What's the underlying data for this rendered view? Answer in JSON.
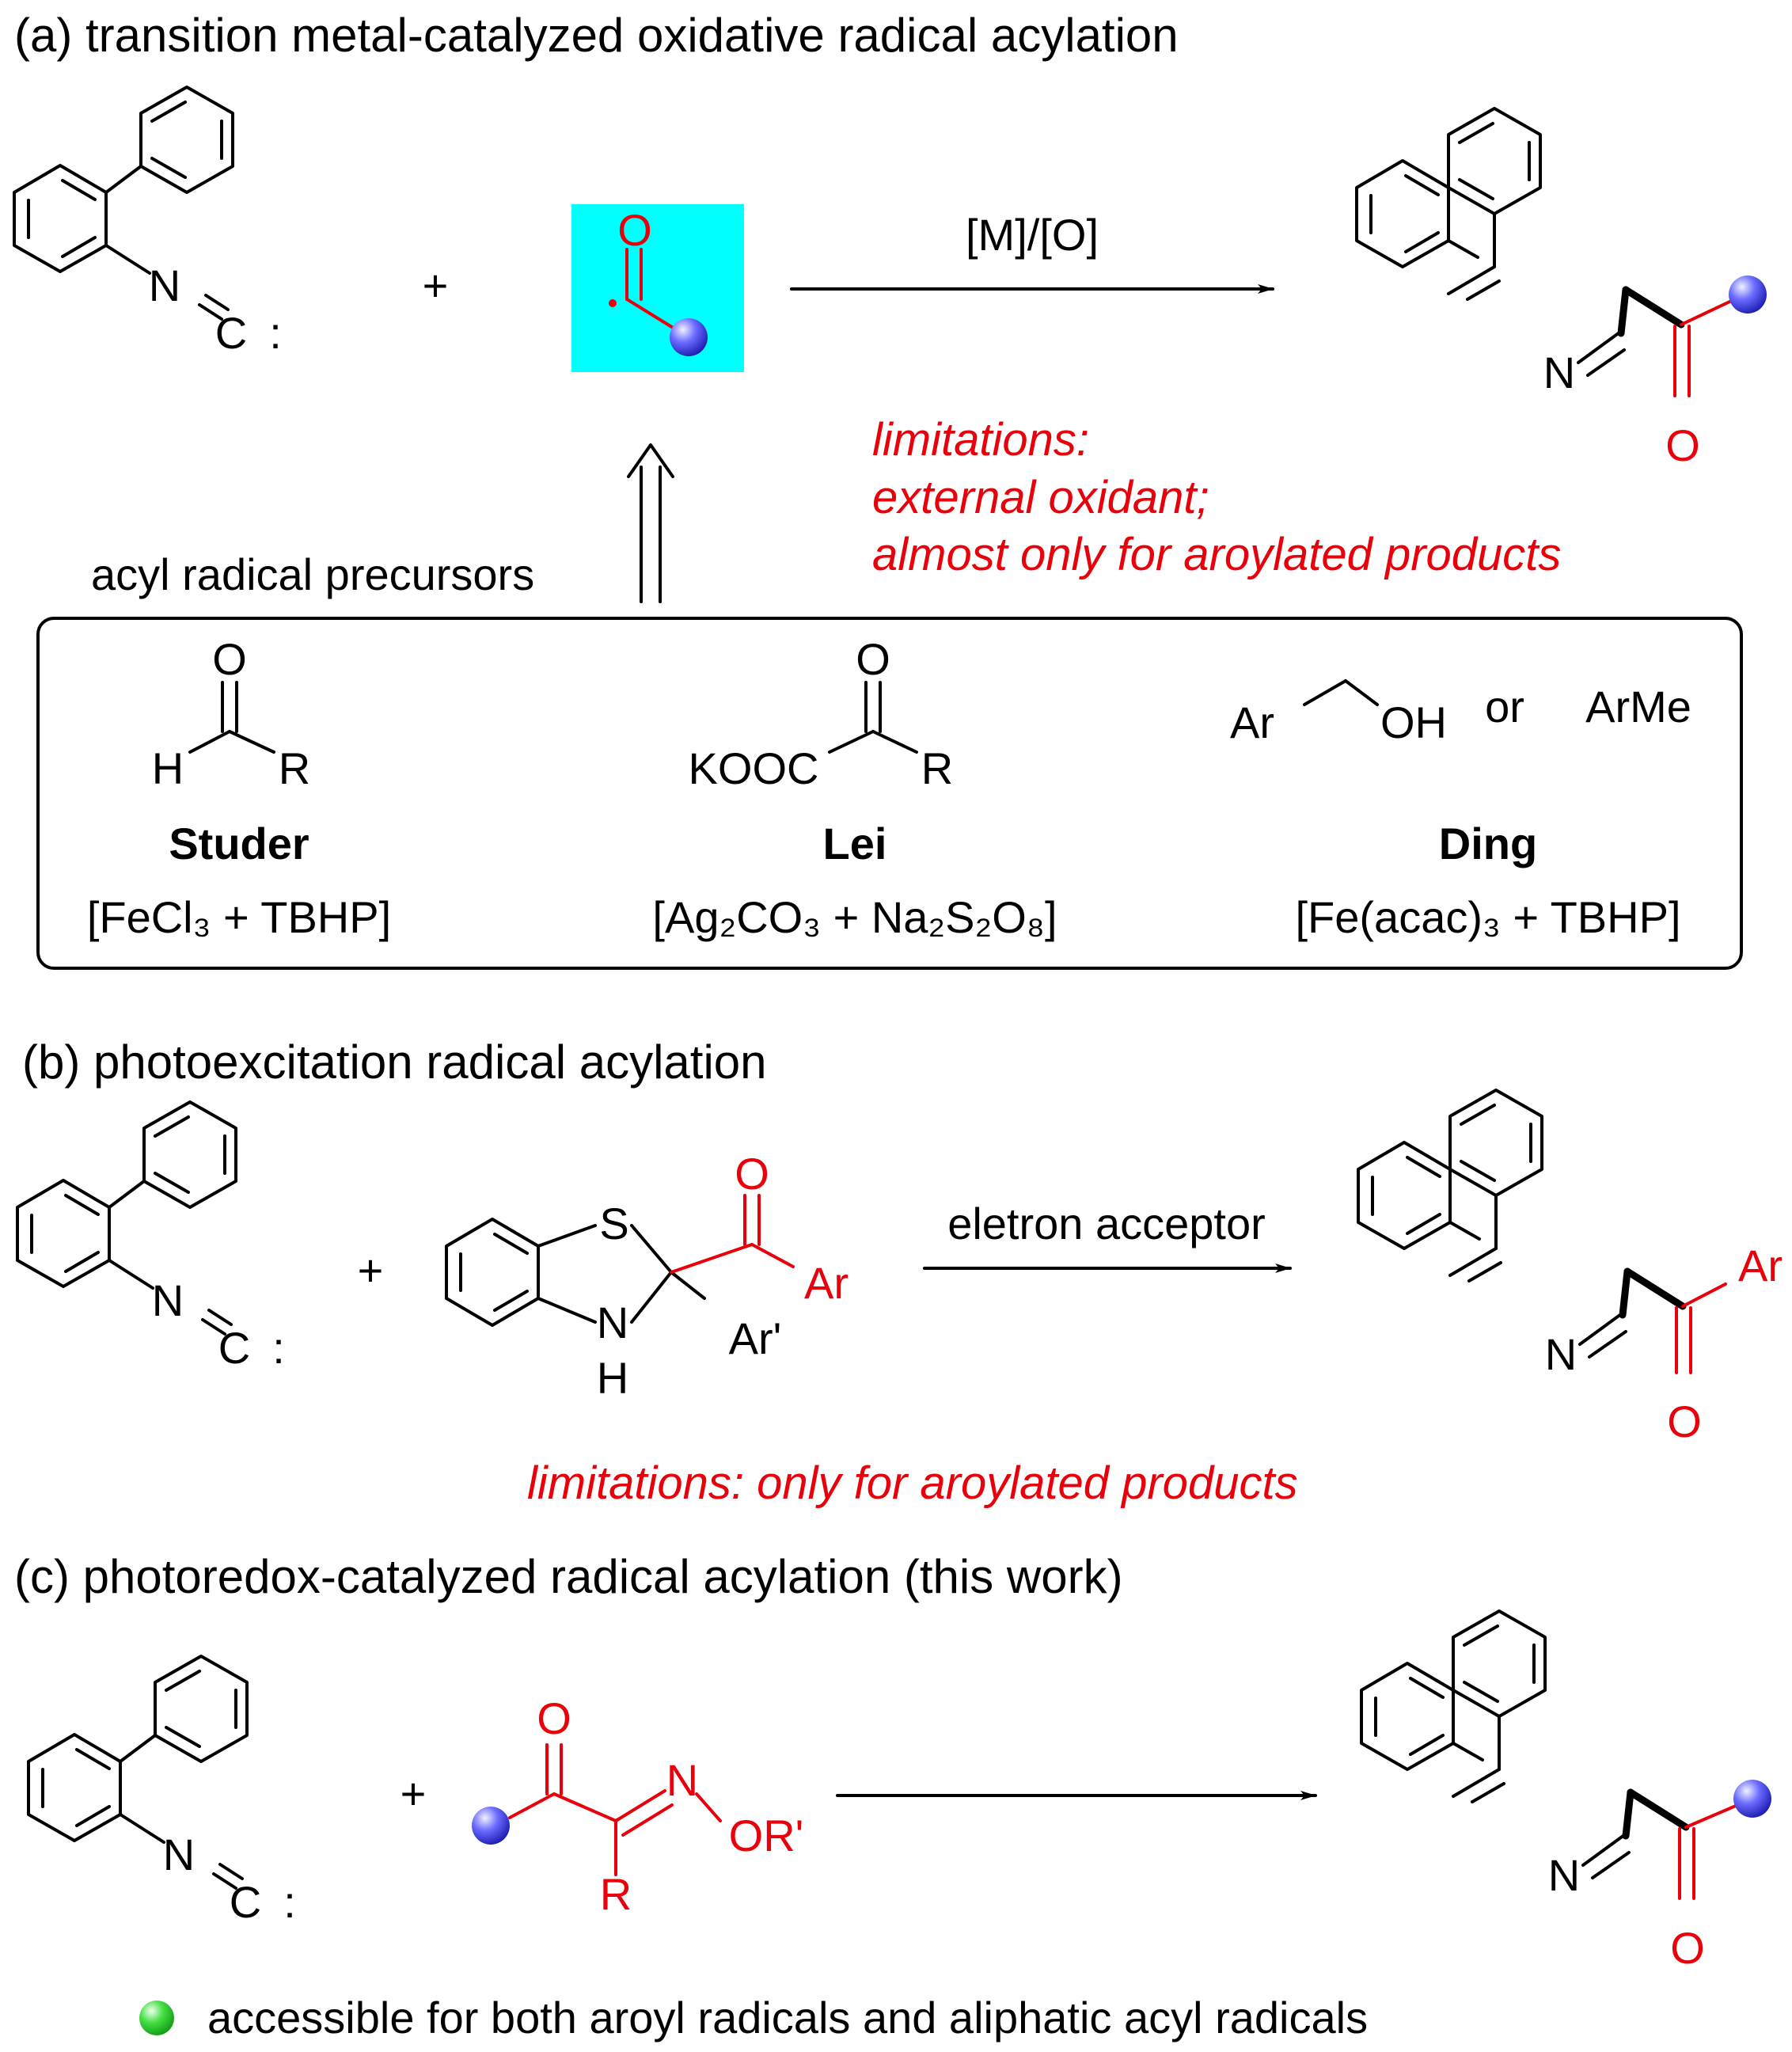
{
  "colors": {
    "highlight": "#00ffff",
    "red_text": "#e8000b",
    "blue_ball": "#3a3aff",
    "green_ball": "#33dd33"
  },
  "icons": [
    "blue-sphere-R-group-icon",
    "green-bullet-icon",
    "reaction-arrow-icon",
    "retrosynthetic-arrow-icon"
  ],
  "section_a": {
    "title": "(a) transition metal-catalyzed oxidative radical acylation",
    "plus": "+",
    "reagent": "[M]/[O]",
    "limitations_1": "limitations:",
    "limitations_2": "external oxidant;",
    "limitations_3": "almost only for aroylated products",
    "precursors_label": "acyl radical precursors",
    "precursors": [
      {
        "name": "Studer",
        "conditions": "[FeCl₃ + TBHP]"
      },
      {
        "name": "Lei",
        "conditions": "[Ag₂CO₃ + Na₂S₂O₈]"
      },
      {
        "name": "Ding",
        "conditions": "[Fe(acac)₃ + TBHP]"
      }
    ],
    "ding_or": "or",
    "ding_alt": "ArMe"
  },
  "section_b": {
    "title": "(b) photoexcitation radical acylation",
    "plus": "+",
    "reagent": "eletron acceptor",
    "limitations": "limitations: only for aroylated products"
  },
  "section_c": {
    "title": "(c) photoredox-catalyzed radical acylation (this work)",
    "plus": "+",
    "bullet": "accessible for both aroyl radicals and aliphatic acyl radicals"
  },
  "atoms": {
    "N": "N",
    "C": "C",
    "colon": ":",
    "O": "O",
    "H": "H",
    "R": "R",
    "KOOC": "KOOC",
    "Ar": "Ar",
    "OH": "OH",
    "S": "S",
    "Ar_prime": "Ar'",
    "OR_prime": "OR'"
  }
}
